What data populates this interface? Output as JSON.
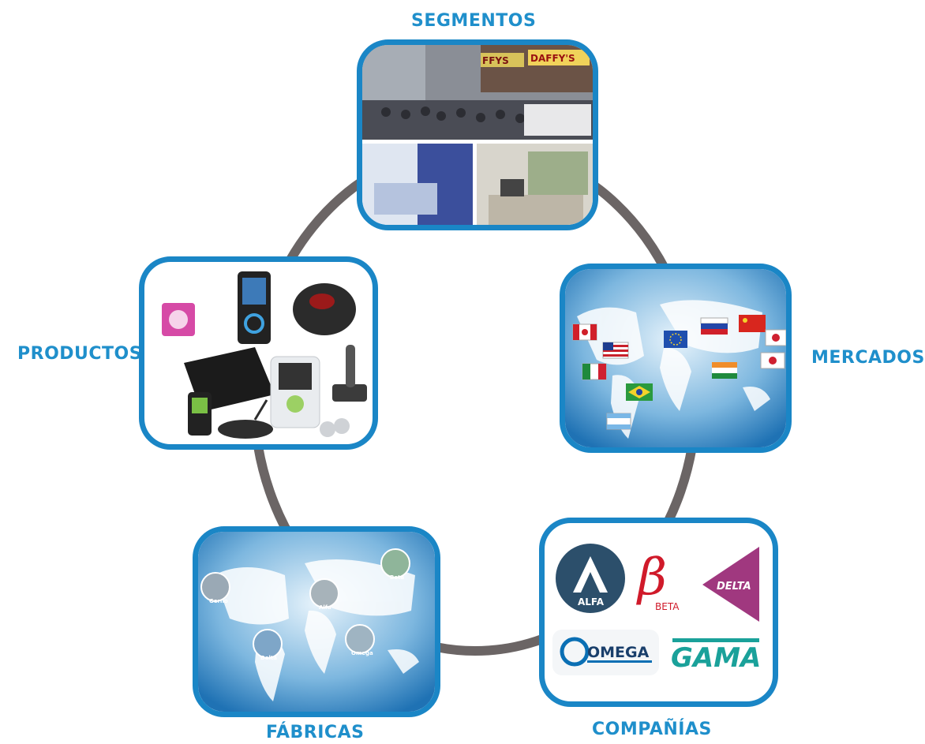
{
  "labels": {
    "segmentos": "SEGMENTOS",
    "productos": "PRODUCTOS",
    "mercados": "MERCADOS",
    "fabricas": "FÁBRICAS",
    "companias": "COMPAÑÍAS"
  },
  "segment_photos": {
    "street_signs": [
      "FFYS",
      "DAFFY'S"
    ]
  },
  "factory_pins": [
    "Gerno",
    "Alfa",
    "Beta",
    "Delta",
    "Omega"
  ],
  "company_logos": {
    "alfa": "ALFA",
    "beta": "BETA",
    "delta": "DELTA",
    "omega": "OMEGA",
    "gama": "GAMA"
  },
  "colors": {
    "accent_blue": "#1a86c6",
    "label_blue": "#1f8fcb",
    "ring_gray": "#6b6565"
  }
}
